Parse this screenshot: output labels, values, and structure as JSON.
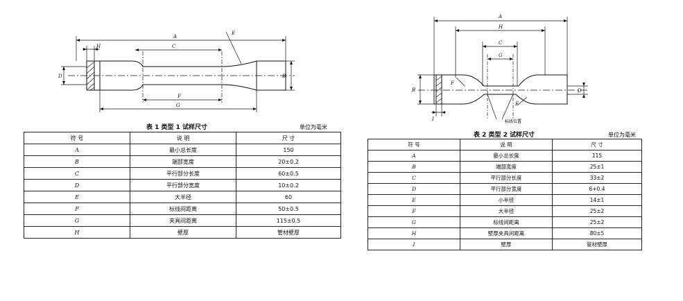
{
  "figure1": {
    "labels": {
      "A": "A",
      "B": "B",
      "C": "C",
      "D": "D",
      "E": "E",
      "F": "F",
      "G": "G",
      "H": "H"
    }
  },
  "figure2": {
    "labels": {
      "A": "A",
      "H": "H",
      "C": "C",
      "G": "G",
      "B": "B",
      "F": "F",
      "E": "E",
      "D": "D",
      "I": "I"
    },
    "gauge_mark_label": "标线位置"
  },
  "table1": {
    "caption": "表 1   类型 1 试样尺寸",
    "unit": "单位为毫米",
    "headers": [
      "符      号",
      "说      明",
      "尺      寸"
    ],
    "rows": [
      [
        "A",
        "最小总长度",
        "150"
      ],
      [
        "B",
        "端部宽度",
        "20±0.2"
      ],
      [
        "C",
        "平行部分长度",
        "60±0.5"
      ],
      [
        "D",
        "平行部分宽度",
        "10±0.2"
      ],
      [
        "E",
        "大半径",
        "60"
      ],
      [
        "F",
        "标线间距离",
        "50±0.5"
      ],
      [
        "G",
        "夹具间距离",
        "115±0.5"
      ],
      [
        "H",
        "壁厚",
        "管材壁厚"
      ]
    ]
  },
  "table2": {
    "caption": "表 2   类型 2 试样尺寸",
    "unit": "单位为毫米",
    "headers": [
      "符      号",
      "说      明",
      "尺      寸"
    ],
    "rows": [
      [
        "A",
        "最小总长度",
        "115"
      ],
      [
        "B",
        "端部宽度",
        "25±1"
      ],
      [
        "C",
        "平行部分长度",
        "33±2"
      ],
      [
        "D",
        "平行部分宽度",
        "6+0.4"
      ],
      [
        "E",
        "小半径",
        "14±1"
      ],
      [
        "F",
        "大半径",
        "25±2"
      ],
      [
        "G",
        "标线间距离",
        "25±2"
      ],
      [
        "H",
        "壁厚夹具间距离",
        "80±5"
      ],
      [
        "I",
        "壁厚",
        "管材壁厚"
      ]
    ]
  }
}
